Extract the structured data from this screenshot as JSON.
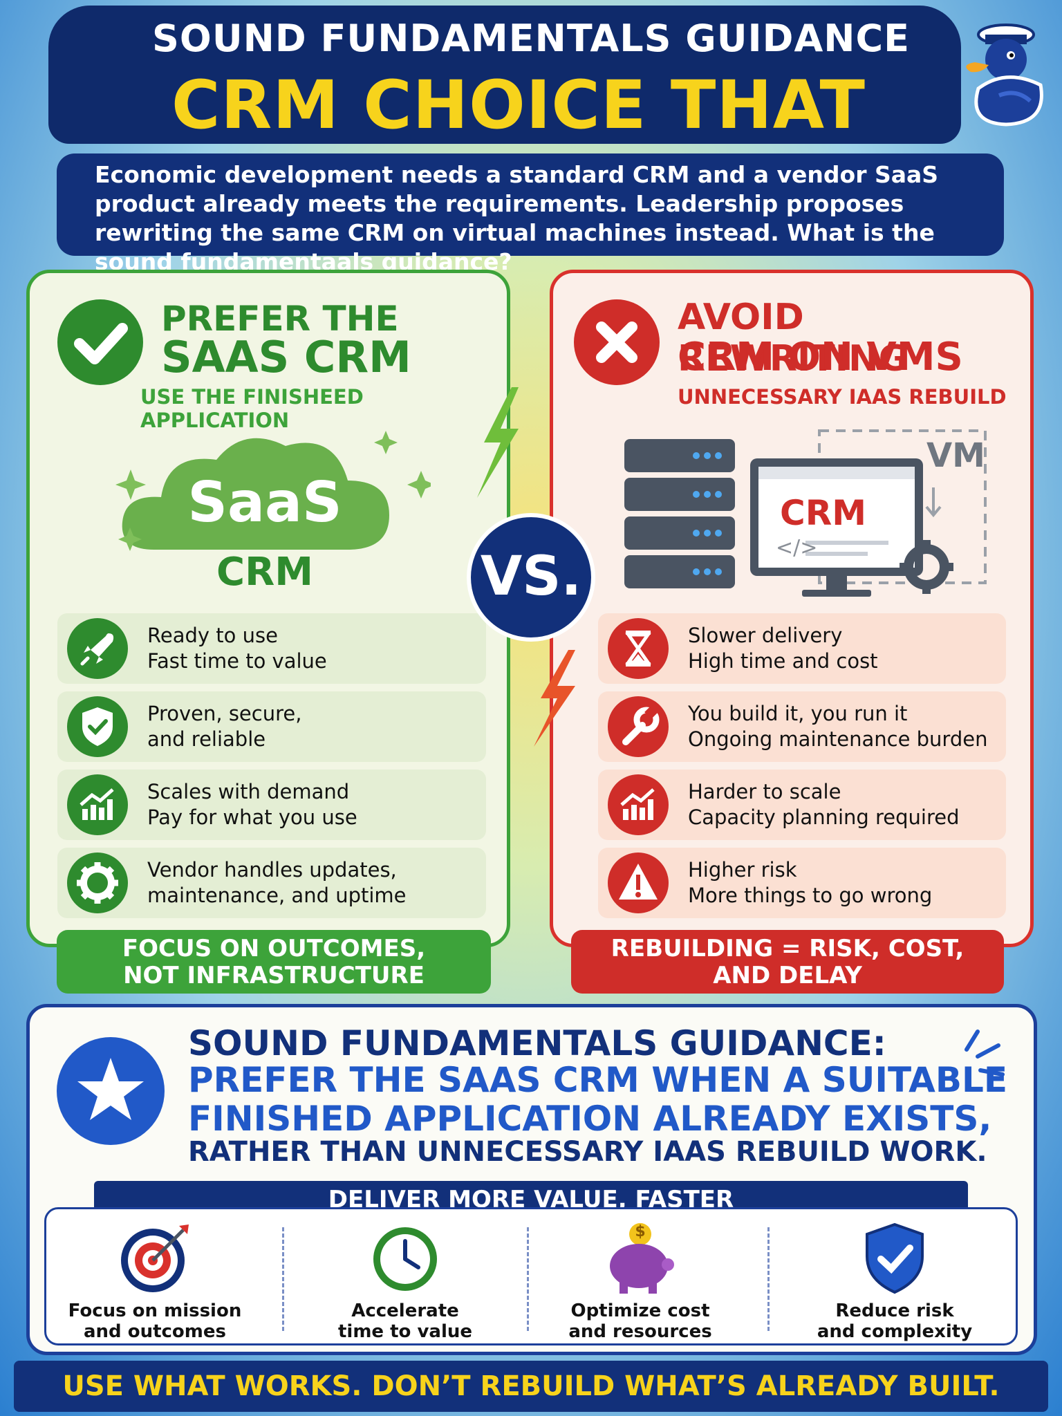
{
  "header": {
    "title_top": "SOUND FUNDAMENTALS GUIDANCE",
    "title_main": "CRM CHOICE THAT DELIVERS"
  },
  "question": "Economic development needs a standard CRM and a vendor SaaS product already meets the requirements. Leadership proposes rewriting the same CRM on virtual machines instead. What is the sound fundamentaals guidance?",
  "left_panel": {
    "heading_line1": "PREFER THE",
    "heading_line2": "SAAS CRM",
    "subheading": "USE THE FINISHЕED APPLICATION",
    "cloud_label": "SaaS",
    "cloud_sub": "CRM",
    "features": [
      {
        "line1": "Ready to use",
        "line2": "Fast time to value",
        "icon": "rocket-icon"
      },
      {
        "line1": "Proven, secure,",
        "line2": "and reliable",
        "icon": "shield-check-icon"
      },
      {
        "line1": "Scales with demand",
        "line2": "Pay for what you use",
        "icon": "growth-chart-icon"
      },
      {
        "line1": "Vendor handles updates,",
        "line2": "maintenance, and uptime",
        "icon": "gear-icon"
      }
    ],
    "banner_line1": "FOCUS ON OUTCOMES,",
    "banner_line2": "NOT INFRASTRUCTURE",
    "accent": "#3da33a"
  },
  "vs_label": "VS.",
  "right_panel": {
    "heading_line1": "AVOID REWRITING",
    "heading_line2": "CRM ON VMS",
    "subheading": "UNNECESSARY IAAS REBUILD",
    "vm_label": "VM",
    "monitor_label": "CRM",
    "code_glyph": "</>",
    "features": [
      {
        "line1": "Slower delivery",
        "line2": "High time and cost",
        "icon": "hourglass-icon"
      },
      {
        "line1": "You build it, you run it",
        "line2": "Ongoing maintenance burden",
        "icon": "wrench-icon"
      },
      {
        "line1": "Harder to scale",
        "line2": "Capacity planning required",
        "icon": "growth-chart-icon"
      },
      {
        "line1": "Higher risk",
        "line2": "More things to go wrong",
        "icon": "warning-icon"
      }
    ],
    "banner_line1": "REBUILDING = RISK, COST,",
    "banner_line2": "AND DELAY",
    "accent": "#d9312c"
  },
  "guidance": {
    "heading": "SOUND FUNDAMENTALS GUIDANCE:",
    "line1": "PREFER THE SAAS CRM WHEN A SUITABLE",
    "line2": "FINISHED APPLICATION ALREADY EXISTS,",
    "line3": "RATHER THAN UNNECESSARY IAAS REBUILD WORK.",
    "value_bar": "DELIVER MORE VALUE, FASTER",
    "values": [
      {
        "line1": "Focus on mission",
        "line2": "and outcomes",
        "icon": "target-icon"
      },
      {
        "line1": "Accelerate",
        "line2": "time to value",
        "icon": "clock-icon"
      },
      {
        "line1": "Optimize cost",
        "line2": "and resources",
        "icon": "piggy-bank-icon",
        "coin": "$"
      },
      {
        "line1": "Reduce risk",
        "line2": "and complexity",
        "icon": "shield-check-icon"
      }
    ]
  },
  "footer": "USE WHAT WORKS. DON’T REBUILD WHAT’S ALREADY BUILT."
}
